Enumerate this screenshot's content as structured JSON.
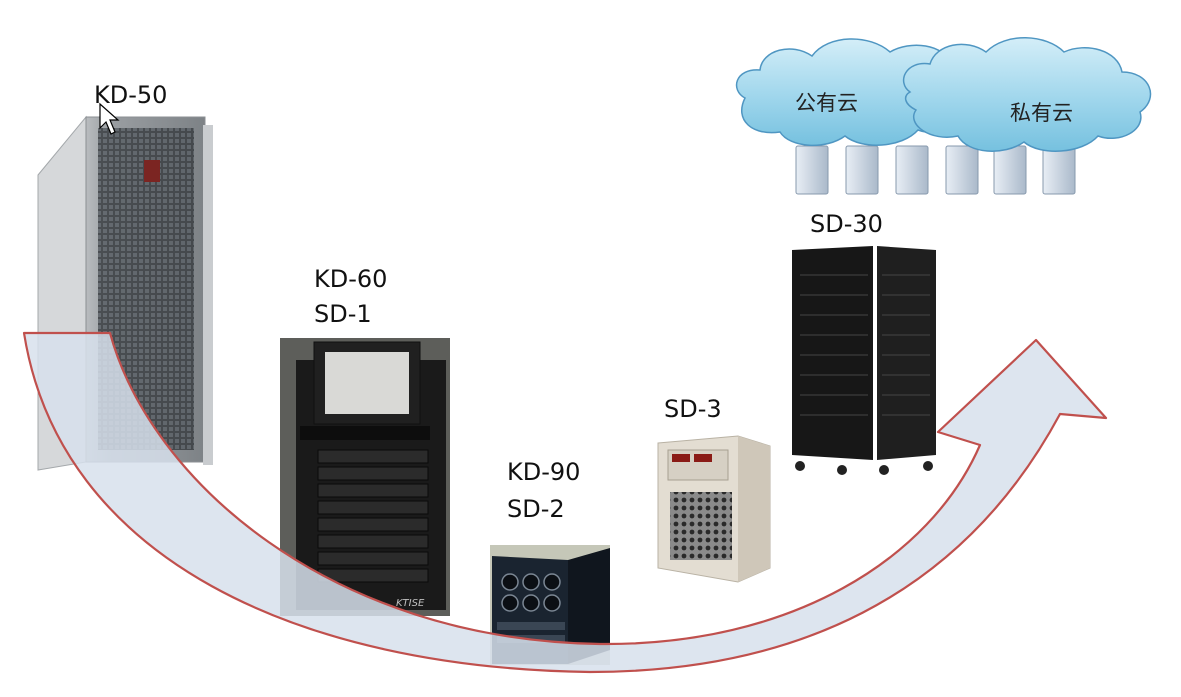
{
  "labels": {
    "kd50": "KD-50",
    "kd60": "KD-60",
    "sd1": "SD-1",
    "kd90": "KD-90",
    "sd2": "SD-2",
    "sd3": "SD-3",
    "sd30": "SD-30"
  },
  "clouds": {
    "public": "公有云",
    "private": "私有云"
  },
  "devices": {
    "sd1_screen_brand": "KTISE"
  },
  "colors": {
    "arrow_fill": "#d7e0ec",
    "arrow_stroke": "#c0504d",
    "cloud_fill": "#9fd6ec"
  }
}
